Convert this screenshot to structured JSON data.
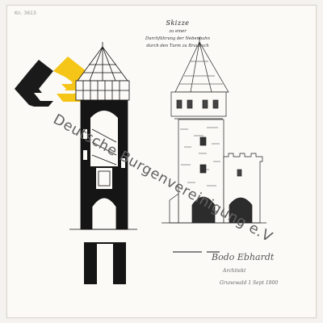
{
  "document": {
    "reference_number": "Kn. 3613",
    "title": "Skizze",
    "subtitle_line1": "zu einer",
    "subtitle_line2": "Durchführung der Nebenbahn",
    "subtitle_line3": "durch den Turm zu Braubach"
  },
  "watermark": {
    "text": "Deutsche Burgenvereinigung e.V",
    "logo_colors": {
      "dark": "#1a1a1a",
      "yellow": "#f5c518"
    }
  },
  "signature": {
    "name": "Bodo Ebhardt",
    "role": "Architekt",
    "place_date": "Grunewald 1 Sept 1900"
  }
}
